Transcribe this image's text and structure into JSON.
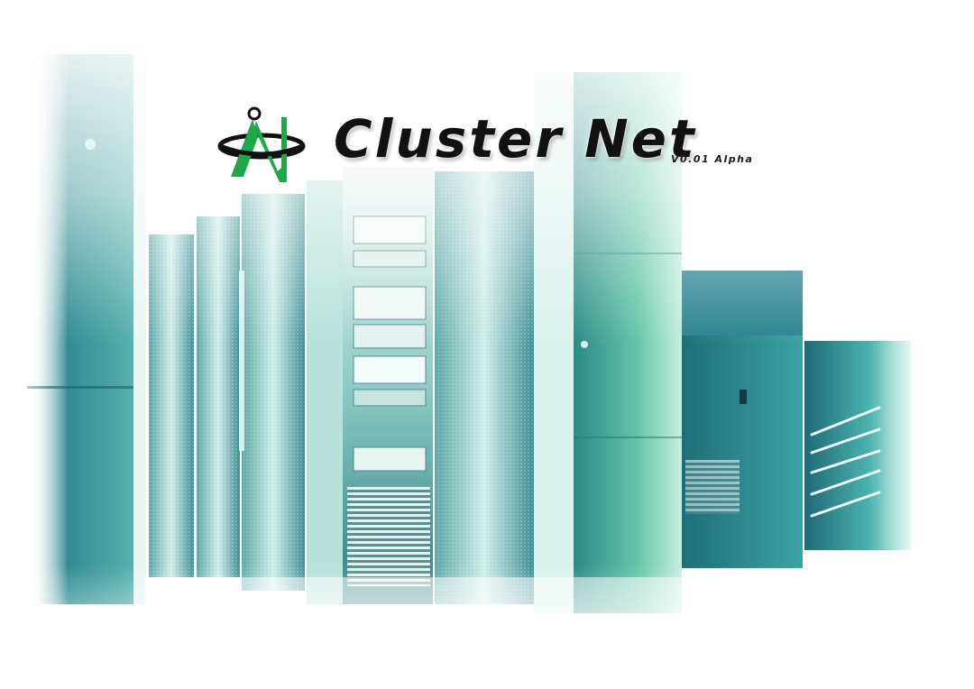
{
  "splash": {
    "title": "Cluster Net",
    "version": "V0.01 Alpha",
    "logo_icon": "cluster-net-logo-icon",
    "background_image": "server-racks-datacenter-photo"
  },
  "colors": {
    "brand_green": "#1fa84a",
    "title_text": "#111111",
    "teal_dark": "#1c6f7a",
    "teal_mid": "#3fa6a8",
    "teal_light": "#9fdcd2",
    "background": "#ffffff"
  }
}
